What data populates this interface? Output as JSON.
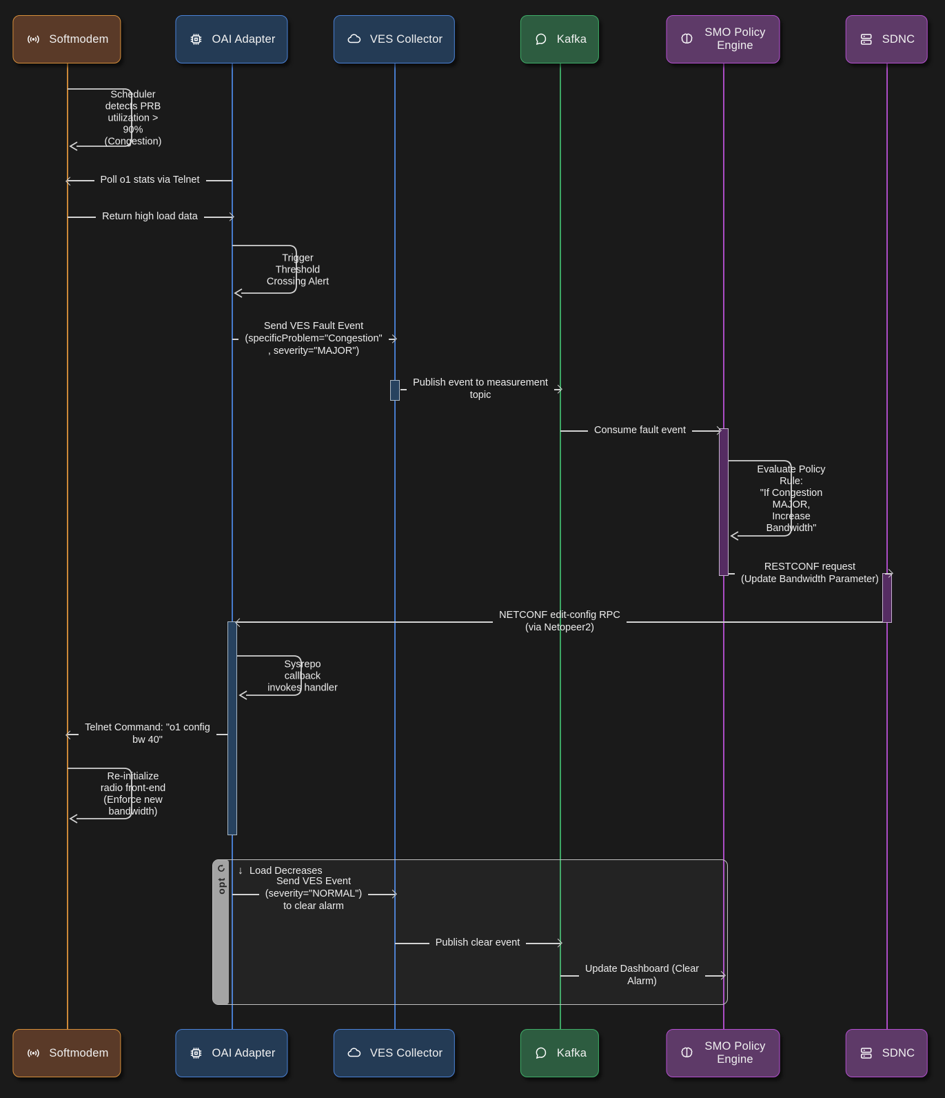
{
  "participants": [
    {
      "name": "Softmodem",
      "icon": "antenna-icon",
      "fill": "#5a3a28",
      "accent": "#d78f3a"
    },
    {
      "name": "OAI Adapter",
      "icon": "chip-icon",
      "fill": "#243b55",
      "accent": "#4a82d8"
    },
    {
      "name": "VES Collector",
      "icon": "cloud-icon",
      "fill": "#243b55",
      "accent": "#4a82d8"
    },
    {
      "name": "Kafka",
      "icon": "chat-bubble-icon",
      "fill": "#2d5c40",
      "accent": "#3fae68"
    },
    {
      "name": "SMO Policy Engine",
      "icon": "brain-icon",
      "fill": "#5e3a68",
      "accent": "#b44fd0"
    },
    {
      "name": "SDNC",
      "icon": "server-icon",
      "fill": "#5e3a68",
      "accent": "#b44fd0"
    }
  ],
  "messages": [
    {
      "from": "Softmodem",
      "to": "Softmodem",
      "kind": "self",
      "label": "Scheduler\ndetects PRB\nutilization >\n90%\n(Congestion)"
    },
    {
      "from": "OAI Adapter",
      "to": "Softmodem",
      "kind": "left",
      "label": "Poll o1 stats via Telnet"
    },
    {
      "from": "Softmodem",
      "to": "OAI Adapter",
      "kind": "right",
      "label": "Return high load data"
    },
    {
      "from": "OAI Adapter",
      "to": "OAI Adapter",
      "kind": "self",
      "label": "Trigger\nThreshold\nCrossing Alert"
    },
    {
      "from": "OAI Adapter",
      "to": "VES Collector",
      "kind": "right",
      "label": "Send VES Fault Event\n(specificProblem=\"Congestion\"\n, severity=\"MAJOR\")"
    },
    {
      "from": "VES Collector",
      "to": "Kafka",
      "kind": "right",
      "label": "Publish event to measurement\ntopic"
    },
    {
      "from": "Kafka",
      "to": "SMO Policy Engine",
      "kind": "right",
      "label": "Consume fault event"
    },
    {
      "from": "SMO Policy Engine",
      "to": "SMO Policy Engine",
      "kind": "self",
      "label": "Evaluate Policy\nRule:\n\"If Congestion\nMAJOR,\nIncrease\nBandwidth\""
    },
    {
      "from": "SMO Policy Engine",
      "to": "SDNC",
      "kind": "right",
      "label": "RESTCONF request\n(Update Bandwidth Parameter)"
    },
    {
      "from": "SDNC",
      "to": "OAI Adapter",
      "kind": "left",
      "label": "NETCONF edit-config RPC\n(via Netopeer2)"
    },
    {
      "from": "OAI Adapter",
      "to": "OAI Adapter",
      "kind": "self",
      "label": "Sysrepo\ncallback\ninvokes handler"
    },
    {
      "from": "OAI Adapter",
      "to": "Softmodem",
      "kind": "left",
      "label": "Telnet Command: \"o1 config\nbw 40\""
    },
    {
      "from": "Softmodem",
      "to": "Softmodem",
      "kind": "self",
      "label": "Re-initialize\nradio front-end\n(Enforce new\nbandwidth)"
    },
    {
      "from": "OAI Adapter",
      "to": "VES Collector",
      "kind": "right",
      "label": "Send VES Event\n(severity=\"NORMAL\")\nto clear alarm"
    },
    {
      "from": "VES Collector",
      "to": "Kafka",
      "kind": "right",
      "label": "Publish clear event"
    },
    {
      "from": "Kafka",
      "to": "SMO Policy Engine",
      "kind": "right",
      "label": "Update Dashboard (Clear\nAlarm)"
    }
  ],
  "fragment": {
    "keyword": "opt",
    "arrow_glyph": "↓",
    "condition": "Load Decreases"
  },
  "colors": {
    "background": "#1a1a1a",
    "line": "#d4d4d4",
    "text": "#ececec",
    "softmodem_accent": "#d78f3a",
    "adapter_accent": "#4a82d8",
    "kafka_accent": "#3fae68",
    "smo_accent": "#b44fd0",
    "activation_blue": "#27425f",
    "activation_purple": "#552c62",
    "fragment_tab": "#a4a4a4"
  }
}
